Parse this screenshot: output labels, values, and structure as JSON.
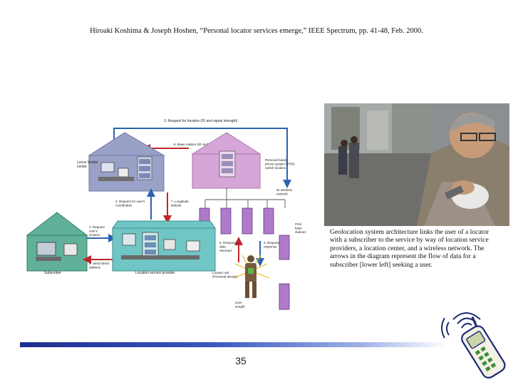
{
  "citation": "Hiroaki Koshima & Joseph Hoshen, “Personal locator services emerge,” IEEE Spectrum, pp. 41-48, Feb. 2000.",
  "caption": "Geolocation system architecture links the user of a locator with a subscriber to the service by way of location service providers, a location center, and a wireless network. The arrows in the diagram represent the flow of data for a subscriber [lower left] seeking a user.",
  "page_number": "35",
  "diagram": {
    "step3": "3. Request for location (ID and signal strength)",
    "step6": "6. Base station (ID and signal strength)",
    "locus_center": [
      "Locus locator",
      "center"
    ],
    "personal_handy": [
      "Personal handy",
      "phone system (PHS)",
      "switch location"
    ],
    "step2": [
      "2. Request for user's",
      "coordinates"
    ],
    "step7": [
      "7. Longitude",
      "latitude"
    ],
    "id_network": [
      "ID wireless",
      "network"
    ],
    "phs_stations": [
      "PHS",
      "base",
      "stations"
    ],
    "step1": [
      "1. Request",
      "user's",
      "location"
    ],
    "step8": [
      "8. Send street",
      "address"
    ],
    "step5": [
      "5. Response",
      "data",
      "returned"
    ],
    "step4": [
      "4. Request",
      "response"
    ],
    "locator_unit": [
      "Locator unit",
      "(Personal device)"
    ],
    "user": [
      "User",
      "sought"
    ],
    "subscriber": "Subscriber",
    "provider": "Location service provider"
  },
  "colors": {
    "subscriber_house": "#5fb19a",
    "provider_building": "#6fc6c4",
    "locus_center": "#9aa1c7",
    "phs_center": "#d7a6d9",
    "phs_stations": "#b07acb",
    "arrow_red": "#c0262b",
    "arrow_blue": "#2b63b0",
    "footer_bar": "#1b2f8e"
  }
}
